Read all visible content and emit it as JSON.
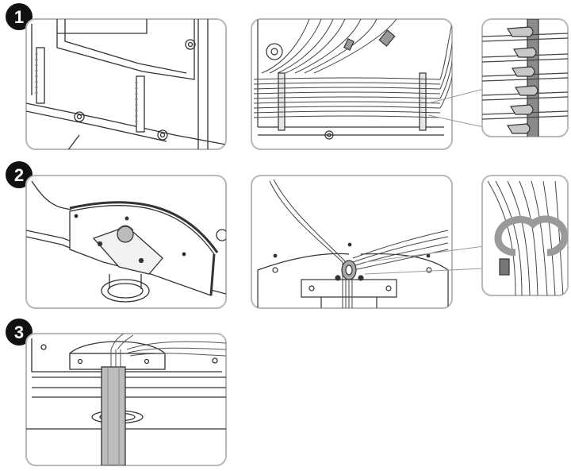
{
  "steps": [
    {
      "label": "1"
    },
    {
      "label": "2"
    },
    {
      "label": "3"
    }
  ],
  "colors": {
    "panel_border": "#b8b8b8",
    "line": "#333333",
    "cable": "#555555",
    "badge_fill": "#111111",
    "badge_text": "#ffffff",
    "holder_fill": "#bdbdbd"
  }
}
